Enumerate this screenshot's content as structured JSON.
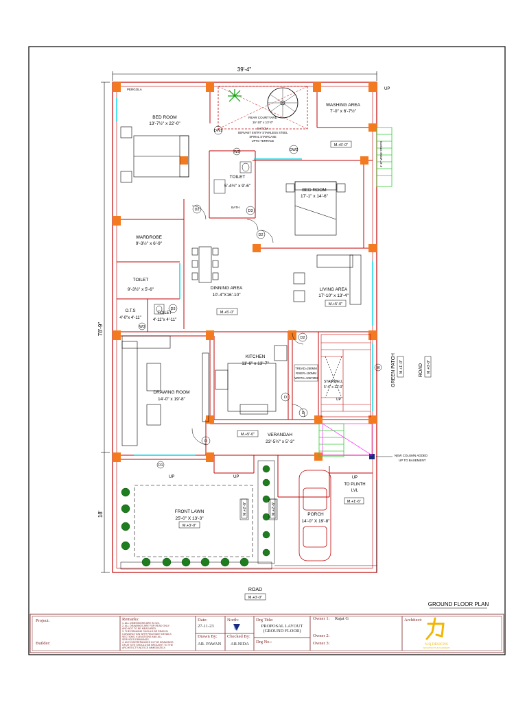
{
  "dimensions": {
    "overall_width": "39'-4\"",
    "overall_depth": "78'-9\"",
    "front_depth": "18'"
  },
  "rooms": {
    "bedroom_rear": {
      "name": "BED ROOM",
      "size": "13'-7½\" x 22'-0\""
    },
    "courtyard": {
      "name": "REAR COURTYARD",
      "size": "15'-10\" x 13'-0\""
    },
    "stair_note": {
      "line1": "5'-6\" DIA",
      "line2": "SERVANT ENTRY STAINLESS STEEL",
      "line3": "SPIRAL STAIRCASE",
      "line4": "UPTO TERRACE"
    },
    "washing": {
      "name": "WASHING AREA",
      "size": "7'-0\" x 6'-7½\""
    },
    "toilet_center": {
      "name": "TOILET",
      "size": "5'-4½\" x 9'-6\""
    },
    "bath": "BATH",
    "bedroom_right": {
      "name": "BED ROOM",
      "size": "17'-1\" x 14'-6\""
    },
    "wardrobe": {
      "name": "WARDROBE",
      "size": "9'-3½\" x 6'-9\""
    },
    "toilet_left": {
      "name": "TOILET",
      "size": "9'-3½\" x 5'-6\""
    },
    "ots": {
      "name": "O.T.S",
      "size": "4'-0\"x 4'-11\""
    },
    "toilet_small": {
      "name": "TOILET",
      "size": "4'-11\"x 4'-11\""
    },
    "dining": {
      "name": "DINNING AREA",
      "size": "10'-4\"X16'-10\""
    },
    "living": {
      "name": "LIVING AREA",
      "size": "17'-10\" x 13'-4\""
    },
    "kitchen": {
      "name": "KITCHEN",
      "size": "11'-6\" x 13'-7\""
    },
    "stairwell": {
      "name": "STAIRWELL",
      "size": "5'-4\" x 12'-3\""
    },
    "tread": {
      "line1": "TREAD=250MM",
      "line2": "RISER=150MM",
      "line3": "WIDTH=1067MM"
    },
    "drawing": {
      "name": "DRAWING ROOM",
      "size": "14'-0\" x 19'-8\""
    },
    "verandah": {
      "name": "VERANDAH",
      "size": "23'-5½\" x 5'-3\""
    },
    "lawn": {
      "name": "FRONT LAWN",
      "size": "25'-0\" X 13'-3\""
    },
    "porch": {
      "name": "PORCH",
      "size": "14'-0\" X 19'-8\""
    }
  },
  "levels": {
    "lvl_rear": "M.+5'-0\"",
    "lvl_dining": "M.+5'-0\"",
    "lvl_living": "M.+5'-0\"",
    "lvl_verandah": "M.+5'-0\"",
    "lvl_lawn": "M.+3'-0\"",
    "lvl_porch": "M.+1'-6\"",
    "lvl_road_right": "M.+0'-0\"",
    "lvl_green_patch": "M.+1'-0\"",
    "lvl_road_bottom": "M.+0'-0\"",
    "lvl_left_step": "M.+2'-6\"",
    "lvl_right_step": "M.+2'-6\""
  },
  "door_tags": {
    "dw1": "DW1",
    "dw2": "DW2",
    "d1": "D1",
    "d2a": "D2",
    "d2b": "D2",
    "d2c": "D2",
    "d3a": "D3",
    "d3b": "D3",
    "d_draw": "D",
    "d_kit": "D",
    "d_stair": "D",
    "w3a": "W3",
    "w3b": "W3",
    "w": "W"
  },
  "annotations": {
    "up_top": "UP",
    "up_rear_steps": "4'-6\" WIDE STEPS",
    "up_verandah_left": "UP",
    "up_verandah_mid": "UP",
    "up_plinth_1": "UP",
    "up_plinth_2": "TO PLINTH",
    "up_plinth_3": "LVL",
    "column_note_1": "NEW COLUMN ADDED",
    "column_note_2": "UP TO BASEMENT",
    "green_patch": "GREEN PATCH",
    "road_right": "ROAD",
    "road_bottom": "ROAD",
    "stair_up": "UP",
    "pergola": "PERGOLA"
  },
  "plan_title": "GROUND FLOOR PLAN",
  "title_block": {
    "project_label": "Project:",
    "builder_label": "Builder:",
    "remarks_label": "Remarks:",
    "remarks": [
      "1. ALL DIMENSIONS ARE IN mm.",
      "2. ALL DRAWINGS ARE FOR READ ONLY",
      "   AND NOT TO BE MEASURED.",
      "3. THE DRAWING SHOULD BE READ IN",
      "   CONJUNCTION WITH RELEVANT DETAILS",
      "   SECTIONS, ELEVATIONS AND ALL",
      "   SERVICES DRAWINGS.",
      "4. ANY DISCREPANCIES IN THE DRAWINGS",
      "   OR AT SITE SHOULD BE BROUGHT TO THE",
      "   ARCHITECT'S NOTICE IMMEDIATELY."
    ],
    "date_label": "Date:",
    "date_value": "27-11-23",
    "drawn_label": "Drawn By:",
    "drawn_value": "AR. PAWAN",
    "north_label": "North:",
    "checked_label": "Checked By:",
    "checked_value": "AR.NIDA",
    "dwg_title_label": "Drg Title:",
    "dwg_title_1": "PROPOSAL LAYOUT",
    "dwg_title_2": "(GROUND FLOOR)",
    "dwg_no_label": "Drg No.:",
    "owner1_label": "Owner 1:",
    "owner1_value": "Rajat G",
    "owner2_label": "Owner 2:",
    "owner3_label": "Owner 3:",
    "architect_label": "Architect:",
    "firm_name": "N.Q DESIGNS",
    "firm_tag": "ARCHITECTS & PLANNERS"
  },
  "colors": {
    "column": "#f47a1f",
    "wall": "#c00000",
    "glass": "#00d5e6",
    "steps": "#33cc33",
    "border": "#000000",
    "title_block": "#7a1f1f",
    "logo": "#f2b600"
  }
}
